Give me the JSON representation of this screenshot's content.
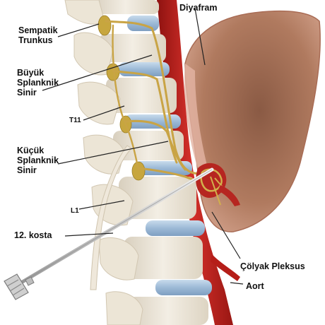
{
  "labels": {
    "sympathetic_trunk": "Sempatik\nTrunkus",
    "greater_splanchnic": "Büyük\nSplanknik\nSinir",
    "t11": "T11",
    "lesser_splanchnic": "Küçük\nSplanknik\nSinir",
    "l1": "L1",
    "rib12": "12. kosta",
    "diaphragm": "Diyafram",
    "celiac_plexus": "Çölyak Pleksus",
    "aorta": "Aort"
  },
  "colors": {
    "bone": "#efe9dc",
    "bone_shadow": "#d9d0bd",
    "disc": "#a9c3dd",
    "nerve": "#c9a445",
    "ganglion": "#c7a63e",
    "aorta": "#c0201c",
    "diaphragm": "#b77a5f",
    "needle": "#cfcfcf",
    "leader": "#222222"
  },
  "icons": {
    "needle_hub": "syringe-hub-icon"
  }
}
